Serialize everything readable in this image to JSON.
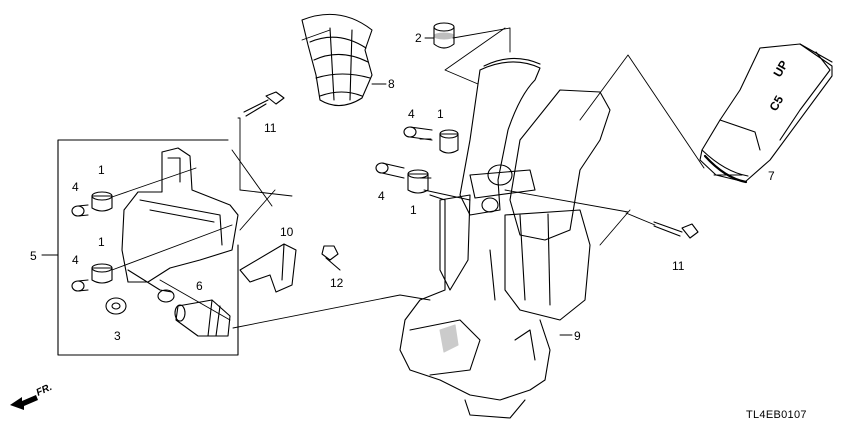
{
  "diagram": {
    "code": "TL4EB0107",
    "direction_label": "FR.",
    "duct_markings": [
      "UP",
      "C5"
    ],
    "callouts": [
      {
        "id": "c-2",
        "text": "2"
      },
      {
        "id": "c-8",
        "text": "8"
      },
      {
        "id": "c-11a",
        "text": "11"
      },
      {
        "id": "c-4a",
        "text": "4"
      },
      {
        "id": "c-1a",
        "text": "1"
      },
      {
        "id": "c-4b",
        "text": "4"
      },
      {
        "id": "c-1b",
        "text": "1"
      },
      {
        "id": "c-1c",
        "text": "1"
      },
      {
        "id": "c-4c",
        "text": "4"
      },
      {
        "id": "c-1d",
        "text": "1"
      },
      {
        "id": "c-4d",
        "text": "4"
      },
      {
        "id": "c-5",
        "text": "5"
      },
      {
        "id": "c-3",
        "text": "3"
      },
      {
        "id": "c-6",
        "text": "6"
      },
      {
        "id": "c-10",
        "text": "10"
      },
      {
        "id": "c-12",
        "text": "12"
      },
      {
        "id": "c-7",
        "text": "7"
      },
      {
        "id": "c-11b",
        "text": "11"
      },
      {
        "id": "c-9",
        "text": "9"
      }
    ]
  }
}
